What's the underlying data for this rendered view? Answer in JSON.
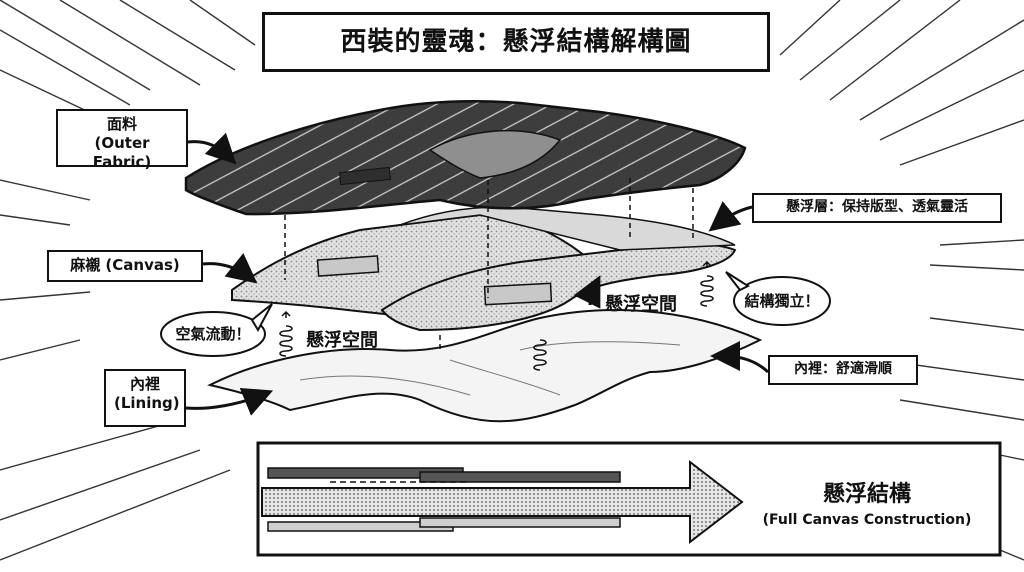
{
  "title": "西裝的靈魂：懸浮結構解構圖",
  "labels": {
    "outer_fabric": {
      "zh": "面料",
      "en": "(Outer Fabric)"
    },
    "canvas": {
      "text": "麻襯 (Canvas)"
    },
    "lining": {
      "zh": "內裡",
      "en": "(Lining)"
    },
    "floating_layer": {
      "text": "懸浮層：保持版型、透氣靈活"
    },
    "lining_note": {
      "text": "內裡：舒適滑順"
    }
  },
  "annotations": {
    "floating_space_left": "懸浮空間",
    "floating_space_right": "懸浮空間",
    "air_flow": "空氣流動！",
    "independent": "結構獨立！"
  },
  "bottom_panel": {
    "title_zh": "懸浮結構",
    "title_en": "(Full Canvas Construction)"
  },
  "colors": {
    "ink": "#111111",
    "fabric": "#3d3d3d",
    "canvas": "#d9d9d9",
    "lining": "#f4f4f4",
    "paper": "#ffffff"
  }
}
